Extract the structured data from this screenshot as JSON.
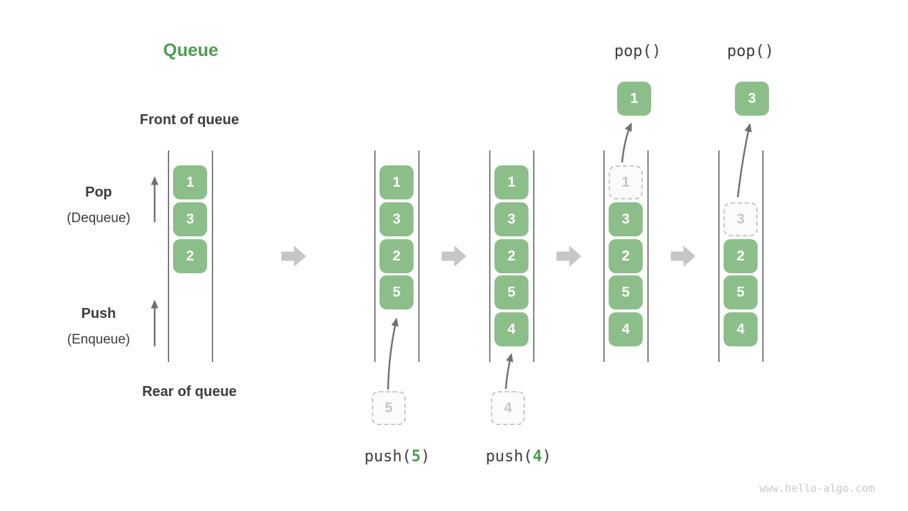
{
  "title": "Queue",
  "labels": {
    "front": "Front of queue",
    "rear": "Rear of queue",
    "pop": "Pop",
    "pop_alias": "(Dequeue)",
    "push": "Push",
    "push_alias": "(Enqueue)"
  },
  "states": [
    {
      "cells": [
        "1",
        "3",
        "2"
      ]
    },
    {
      "cells": [
        "1",
        "3",
        "2",
        "5"
      ]
    },
    {
      "cells": [
        "1",
        "3",
        "2",
        "5",
        "4"
      ]
    },
    {
      "cells": [
        "1",
        "3",
        "2",
        "5",
        "4"
      ],
      "ghost_index": 0
    },
    {
      "cells": [
        "3",
        "2",
        "5",
        "4"
      ],
      "ghost_index": 0
    }
  ],
  "push_ops": [
    {
      "fn": "push(",
      "arg": "5",
      "close": ")",
      "staged_value": "5"
    },
    {
      "fn": "push(",
      "arg": "4",
      "close": ")",
      "staged_value": "4"
    }
  ],
  "pop_ops": [
    {
      "label": "pop()",
      "popped_value": "1"
    },
    {
      "label": "pop()",
      "popped_value": "3"
    }
  ],
  "colors": {
    "accent_green": "#4b9e50",
    "cell_green": "#8cbe89",
    "text_dark": "#3c3c3c",
    "ghost_gray": "#c8c8c8",
    "arrow_gray": "#707070",
    "block_arrow_gray": "#c6c6c6"
  },
  "watermark": "www.hello-algo.com"
}
